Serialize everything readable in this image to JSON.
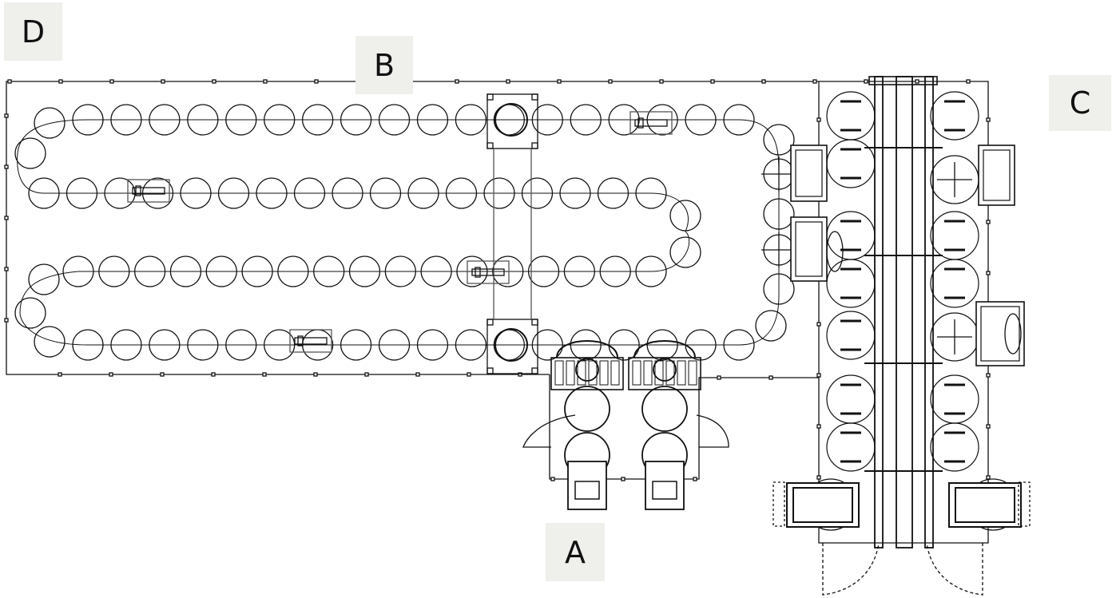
{
  "zones": {
    "a": "A",
    "b": "B",
    "c": "C",
    "d": "D"
  },
  "colors": {
    "line": "#111111",
    "light_line": "#555555",
    "label_background": "#efefec"
  }
}
